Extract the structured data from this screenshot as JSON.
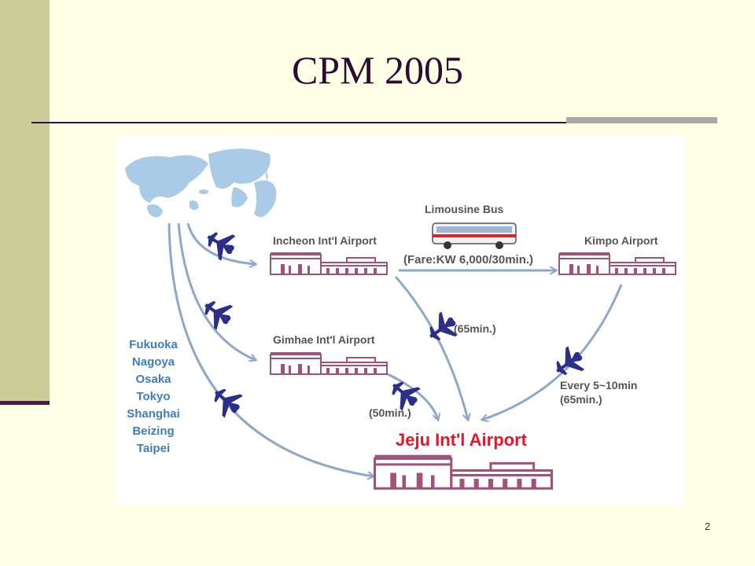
{
  "slide": {
    "title": "CPM 2005",
    "page_number": "2"
  },
  "diagram": {
    "origin_cities": [
      "Fukuoka",
      "Nagoya",
      "Osaka",
      "Tokyo",
      "Shanghai",
      "Beizing",
      "Taipei"
    ],
    "airports": {
      "incheon": "Incheon Int'l Airport",
      "kimpo": "Kimpo Airport",
      "gimhae": "Gimhae Int'l Airport",
      "jeju": "Jeju Int'l Airport"
    },
    "limousine": {
      "title": "Limousine Bus",
      "fare": "(Fare:KW 6,000/30min.)"
    },
    "durations": {
      "incheon_to_jeju": "(65min.)",
      "gimhae_to_jeju": "(50min.)",
      "kimpo_freq": "Every 5~10min",
      "kimpo_to_jeju": "(65min.)"
    },
    "colors": {
      "arrow": "#8FA8C8",
      "plane": "#2C2F8A",
      "building": "#A0527A",
      "jeju_label": "#E8142A",
      "cities": "#3F7DC2",
      "map": "#A9CBE8"
    }
  }
}
